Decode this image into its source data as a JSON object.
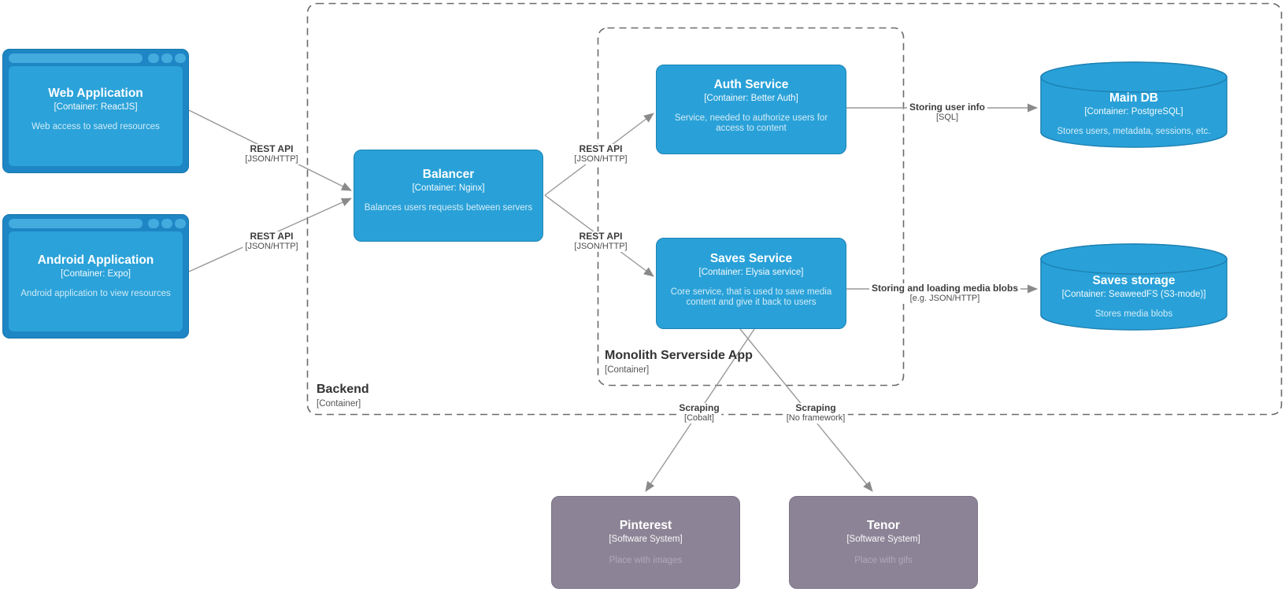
{
  "diagram": {
    "boundaries": {
      "backend": {
        "label": "Backend",
        "type": "[Container]"
      },
      "monolith": {
        "label": "Monolith Serverside App",
        "type": "[Container]"
      }
    },
    "nodes": {
      "web_app": {
        "title": "Web Application",
        "subtitle": "[Container: ReactJS]",
        "description": "Web access to saved resources"
      },
      "android_app": {
        "title": "Android Application",
        "subtitle": "[Container: Expo]",
        "description": "Android application to view resources"
      },
      "balancer": {
        "title": "Balancer",
        "subtitle": "[Container: Nginx]",
        "description": "Balances users requests between servers"
      },
      "auth_service": {
        "title": "Auth Service",
        "subtitle": "[Container: Better Auth]",
        "description": "Service, needed to authorize users for access to content"
      },
      "saves_service": {
        "title": "Saves Service",
        "subtitle": "[Container: Elysia service]",
        "description": "Core service, that is used to save media content and give it back to users"
      },
      "main_db": {
        "title": "Main DB",
        "subtitle": "[Container: PostgreSQL]",
        "description": "Stores users, metadata, sessions, etc."
      },
      "saves_storage": {
        "title": "Saves storage",
        "subtitle": "[Container: SeaweedFS (S3-mode)]",
        "description": "Stores media blobs"
      },
      "pinterest": {
        "title": "Pinterest",
        "subtitle": "[Software System]",
        "description": "Place with images"
      },
      "tenor": {
        "title": "Tenor",
        "subtitle": "[Software System]",
        "description": "Place with gifs"
      }
    },
    "edges": {
      "web_balancer": {
        "label": "REST API",
        "tech": "[JSON/HTTP]"
      },
      "android_balancer": {
        "label": "REST API",
        "tech": "[JSON/HTTP]"
      },
      "balancer_auth": {
        "label": "REST API",
        "tech": "[JSON/HTTP]"
      },
      "balancer_saves": {
        "label": "REST API",
        "tech": "[JSON/HTTP]"
      },
      "auth_maindb": {
        "label": "Storing user info",
        "tech": "[SQL]"
      },
      "saves_storage": {
        "label": "Storing and loading media blobs",
        "tech": "[e.g. JSON/HTTP]"
      },
      "saves_pinterest": {
        "label": "Scraping",
        "tech": "[Cobalt]"
      },
      "saves_tenor": {
        "label": "Scraping",
        "tech": "[No framework]"
      }
    },
    "colors": {
      "container_fill": "#29A1D8",
      "container_border": "#1E82B4",
      "browser_frame": "#1E86C4",
      "browser_panel": "#2BA2D9",
      "browser_chrome": "#44ABDE",
      "external_fill": "#8C8496",
      "external_border": "#7B7389",
      "boundary_dash": "#6B6B6B",
      "edge_line": "#999999",
      "edge_arrow": "#8A8A8A",
      "label_text": "#3D3D3D"
    }
  }
}
